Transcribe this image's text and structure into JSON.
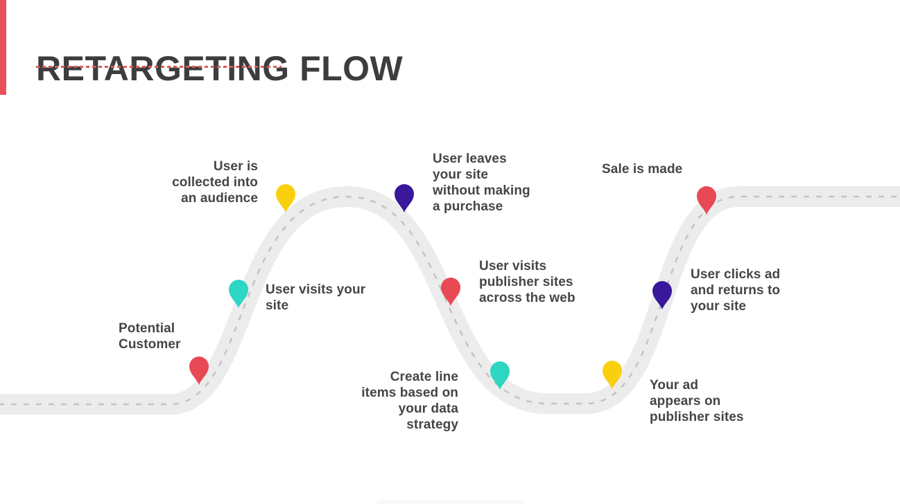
{
  "title": {
    "text": "RETARGETING FLOW"
  },
  "decor": {
    "accent_bar_color": "#e9505b",
    "title_underline_color": "#db5a56",
    "title_color": "#3d3d3f",
    "label_text_color": "#454547",
    "bottom_artifact_color": "#f9f9f9"
  },
  "road": {
    "fill_color": "#ececec",
    "centerline_color": "#c3c3c3"
  },
  "steps": [
    {
      "id": 1,
      "label": "Potential Customer",
      "lines": [
        "Potential",
        "Customer"
      ],
      "pin_color_name": "red",
      "pin_color": "#e94855"
    },
    {
      "id": 2,
      "label": "User visits your site",
      "lines": [
        "User visits your",
        "site"
      ],
      "pin_color_name": "teal",
      "pin_color": "#2ed6c4"
    },
    {
      "id": 3,
      "label": "User is collected into an audience",
      "lines": [
        "User is",
        "collected into",
        "an audience"
      ],
      "pin_color_name": "yellow",
      "pin_color": "#f8d00e"
    },
    {
      "id": 4,
      "label": "User leaves your site without making a purchase",
      "lines": [
        "User leaves",
        "your site",
        "without making",
        "a purchase"
      ],
      "pin_color_name": "purple",
      "pin_color": "#39189b"
    },
    {
      "id": 5,
      "label": "User visits publisher sites across the web",
      "lines": [
        "User visits",
        "publisher sites",
        "across the web"
      ],
      "pin_color_name": "red",
      "pin_color": "#e94855"
    },
    {
      "id": 6,
      "label": "Create line items based on your data strategy",
      "lines": [
        "Create line",
        "items based on",
        "your data",
        "strategy"
      ],
      "pin_color_name": "teal",
      "pin_color": "#2ed6c4"
    },
    {
      "id": 7,
      "label": "Your ad appears on publisher sites",
      "lines": [
        "Your ad",
        "appears on",
        "publisher sites"
      ],
      "pin_color_name": "yellow",
      "pin_color": "#f8d00e"
    },
    {
      "id": 8,
      "label": "User clicks ad and returns to your site",
      "lines": [
        "User clicks ad",
        "and returns to",
        "your site"
      ],
      "pin_color_name": "purple",
      "pin_color": "#39189b"
    },
    {
      "id": 9,
      "label": "Sale is made",
      "lines": [
        "Sale is made"
      ],
      "pin_color_name": "red",
      "pin_color": "#e94855"
    }
  ]
}
